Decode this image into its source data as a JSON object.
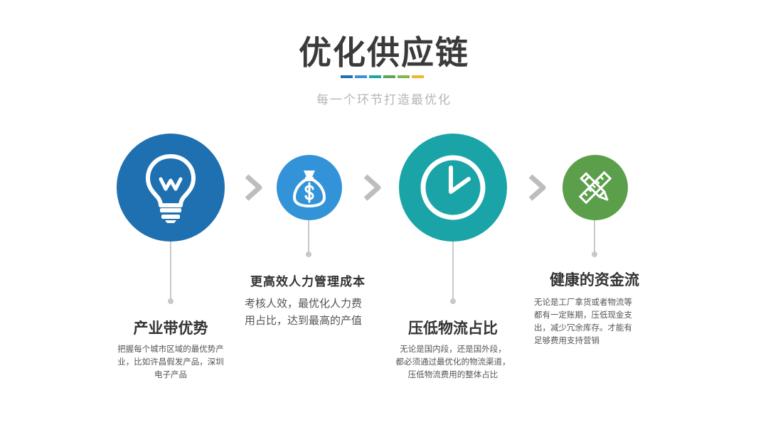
{
  "header": {
    "title": "优化供应链",
    "subtitle": "每一个环节打造最优化",
    "bar_colors": [
      "#1f70b0",
      "#3a93d7",
      "#1aa6a9",
      "#5aa55a",
      "#86b44a",
      "#f0b52a"
    ]
  },
  "steps": [
    {
      "heading": "产业带优势",
      "desc_lines": [
        "把握每个城市区域的最优势产",
        "业，比如许昌假发产品，深圳",
        "电子产品"
      ],
      "color": "#1f70b0",
      "icon": "lightbulb-icon"
    },
    {
      "heading": "更高效人力管理成本",
      "desc_lines": [
        "考核人效，最优化人力费",
        "用占比，达到最高的产值"
      ],
      "color": "#3393d8",
      "icon": "money-bag-icon"
    },
    {
      "heading": "压低物流占比",
      "desc_lines": [
        "无论是国内段，还是国外段，",
        "都必须通过最优化的物流渠道，",
        "压低物流费用的整体占比"
      ],
      "color": "#1aa4a7",
      "icon": "clock-icon"
    },
    {
      "heading": "健康的资金流",
      "desc_lines": [
        "无论是工厂拿货或者物流等",
        "都有一定账期，压低现金支",
        "出，减少冗余库存。才能有",
        "足够费用支持营销"
      ],
      "color": "#5c9f4b",
      "icon": "ruler-pencil-icon"
    }
  ],
  "arrow_color": "#bdbdbd"
}
